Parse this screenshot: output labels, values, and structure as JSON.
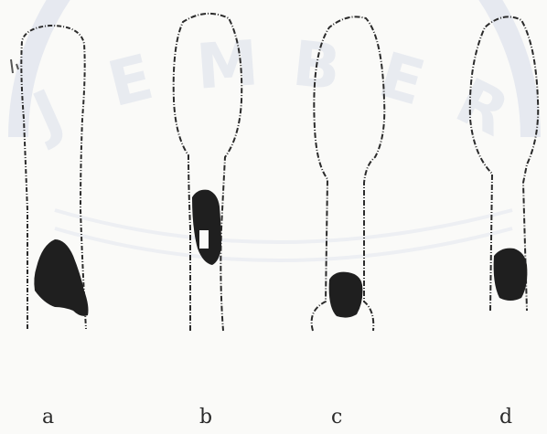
{
  "figure": {
    "watermark_text": "JEMBER",
    "labels": [
      "a",
      "b",
      "c",
      "d"
    ],
    "ink_color": "#2b2b2b",
    "fill_color": "#1f1f1f",
    "watermark_color": "#cfd5e6"
  }
}
